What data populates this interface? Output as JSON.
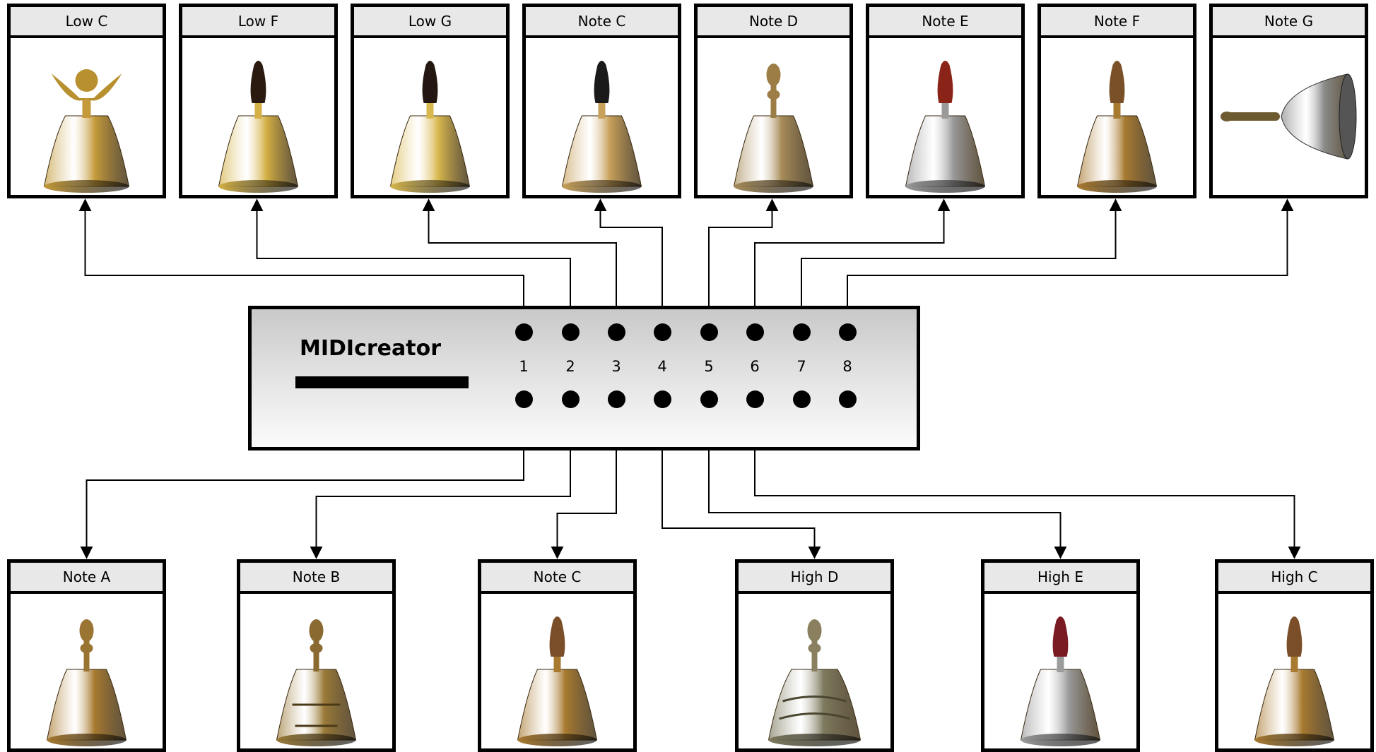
{
  "device": {
    "name": "MIDIcreator"
  },
  "ports": [
    "1",
    "2",
    "3",
    "4",
    "5",
    "6",
    "7",
    "8"
  ],
  "top_bells": [
    {
      "label": "Low C",
      "style": "cherub",
      "metal": "#c49a3a",
      "handle": "#b8902f"
    },
    {
      "label": "Low F",
      "style": "handle",
      "metal": "#d4b045",
      "handle": "#2a1a10"
    },
    {
      "label": "Low G",
      "style": "handle",
      "metal": "#d9b84e",
      "handle": "#241610"
    },
    {
      "label": "Note C",
      "style": "handle",
      "metal": "#c7a05a",
      "handle": "#1a1a1a"
    },
    {
      "label": "Note D",
      "style": "ornate",
      "metal": "#a88d5a",
      "handle": "#9b7d45"
    },
    {
      "label": "Note E",
      "style": "handle",
      "metal": "#9a9a9a",
      "handle": "#8a2418"
    },
    {
      "label": "Note F",
      "style": "handle",
      "metal": "#a87a30",
      "handle": "#7a5028"
    },
    {
      "label": "Note G",
      "style": "sideways",
      "metal": "#8c8c8c",
      "handle": "#6e5a30"
    }
  ],
  "bottom_bells": [
    {
      "label": "Note A",
      "style": "ornate",
      "metal": "#a87a30",
      "handle": "#9a7432"
    },
    {
      "label": "Note B",
      "style": "figure",
      "metal": "#9a7a38",
      "handle": "#8a6a30"
    },
    {
      "label": "Note C",
      "style": "handle",
      "metal": "#a87a30",
      "handle": "#7a4e28"
    },
    {
      "label": "High D",
      "style": "engraved",
      "metal": "#7e7a5e",
      "handle": "#8a8060"
    },
    {
      "label": "High E",
      "style": "handle",
      "metal": "#9c9c9c",
      "handle": "#7a1a22"
    },
    {
      "label": "High C",
      "style": "handle",
      "metal": "#a87a30",
      "handle": "#7a4e28"
    }
  ]
}
